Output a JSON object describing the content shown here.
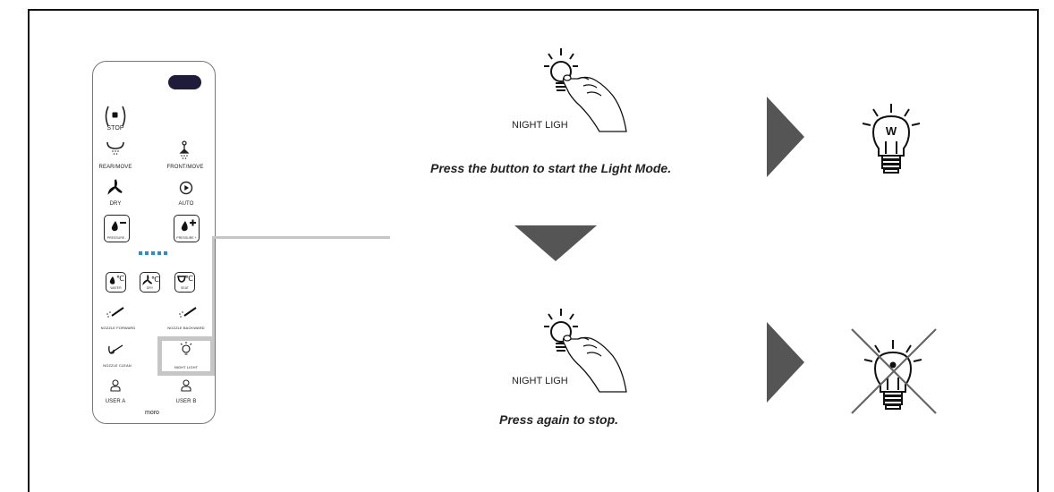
{
  "remote": {
    "stop": "STOP",
    "rear_move": "REAR/MOVE",
    "front_move": "FRONT/MOVE",
    "dry": "DRY",
    "auto": "AUTO",
    "pressure_minus": "PRESSURE -",
    "pressure_plus": "PRESSURE +",
    "water": "WATER",
    "dry_temp": "DRY",
    "seat": "SEAT",
    "nozzle_forward": "NOZZLE FORWARD",
    "nozzle_backward": "NOZZLE BACKWARD",
    "nozzle_clean": "NOZZLE CLEAN",
    "night_light": "NIGHT LIGHT",
    "user_a": "USER A",
    "user_b": "USER B",
    "brand": "moro",
    "temp_unit": "℃"
  },
  "steps": {
    "button_label": "NIGHT LIGH",
    "step1_caption": "Press the button to start the Light Mode.",
    "step2_caption": "Press again to stop."
  },
  "icons": {
    "lamp_on_mark": "W"
  },
  "colors": {
    "arrow": "#555555",
    "highlight": "#c6c6c6",
    "dots": "#1f8fd6"
  }
}
